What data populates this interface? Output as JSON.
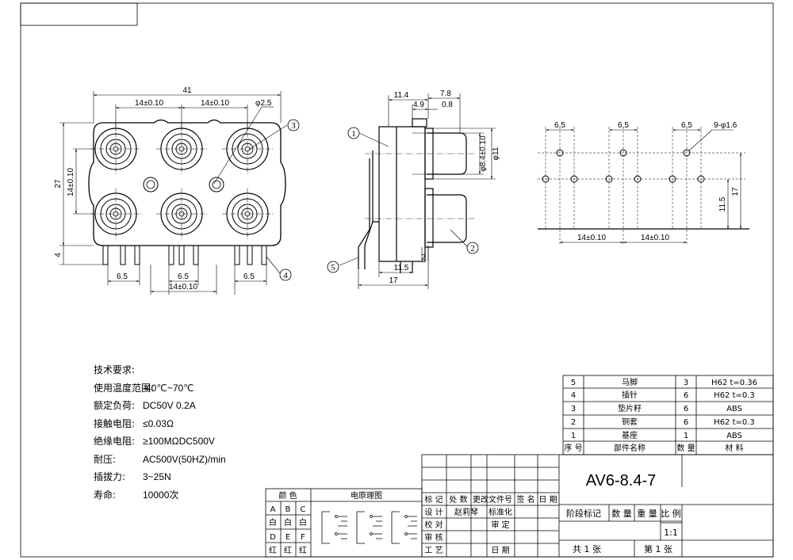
{
  "dims": {
    "overall_width": "41",
    "pitch_14": "14±0.10",
    "hole_d": "φ2.5",
    "height_27": "27",
    "height_14": "14±0.10",
    "pin_len": "4",
    "pin_pitch": "6.5",
    "side_11_4": "11.4",
    "side_7_8": "7.8",
    "side_4_9": "4.9",
    "side_0_8": "0.8",
    "side_d8_4": "φ8.4±0.10",
    "side_d11": "φ11",
    "side_11_5": "11.5",
    "side_17": "17",
    "side_2": "2",
    "pcb_hole": "9-φ1.6",
    "pcb_11_5": "11.5",
    "pcb_17": "17"
  },
  "balloons": [
    "1",
    "2",
    "3",
    "4",
    "5"
  ],
  "spec": {
    "title": "技术要求:",
    "rows": [
      {
        "k": "使用温度范围:",
        "v": "-40℃~70℃"
      },
      {
        "k": "额定负荷:",
        "v": "DC50V 0.2A"
      },
      {
        "k": "接触电阻:",
        "v": "≤0.03Ω"
      },
      {
        "k": "绝缘电阻:",
        "v": "≥100MΩDC500V"
      },
      {
        "k": "耐压:",
        "v": "AC500V(50HZ)/min"
      },
      {
        "k": "插拔力:",
        "v": "3~25N"
      },
      {
        "k": "寿命:",
        "v": "10000次"
      }
    ]
  },
  "color_table": {
    "header": "颜 色",
    "letters1": [
      "A",
      "B",
      "C"
    ],
    "colors1": [
      "白",
      "白",
      "白"
    ],
    "letters2": [
      "D",
      "E",
      "F"
    ],
    "colors2": [
      "红",
      "红",
      "红"
    ]
  },
  "circuit_header": "电原理图",
  "parts": {
    "rows": [
      {
        "no": "5",
        "name": "马脚",
        "qty": "3",
        "mat": "H62 t=0.36"
      },
      {
        "no": "4",
        "name": "插针",
        "qty": "6",
        "mat": "H62 t=0.3"
      },
      {
        "no": "3",
        "name": "垫片籽",
        "qty": "6",
        "mat": "ABS"
      },
      {
        "no": "2",
        "name": "铜套",
        "qty": "6",
        "mat": "H62 t=0.3"
      },
      {
        "no": "1",
        "name": "基座",
        "qty": "1",
        "mat": "ABS"
      }
    ],
    "header": {
      "no": "序 号",
      "name": "部件名称",
      "qty": "数 量",
      "mat": "材 料"
    }
  },
  "title_block": {
    "part_no": "AV6-8.4-7",
    "rev_headers": [
      "标 记",
      "处 数",
      "更改文件号",
      "签 名",
      "日 期"
    ],
    "design": "设 计",
    "designer": "赵莉琴",
    "standard": "标准化",
    "check": "校 对",
    "review": "审 定",
    "audit": "审 核",
    "process": "工 艺",
    "date": "日 期",
    "stage": "阶段标记",
    "qty": "数 量",
    "weight": "重 量",
    "scale_label": "比 例",
    "scale": "1:1",
    "sheets_total": "共 1 张",
    "sheet_no": "第 1 张"
  }
}
